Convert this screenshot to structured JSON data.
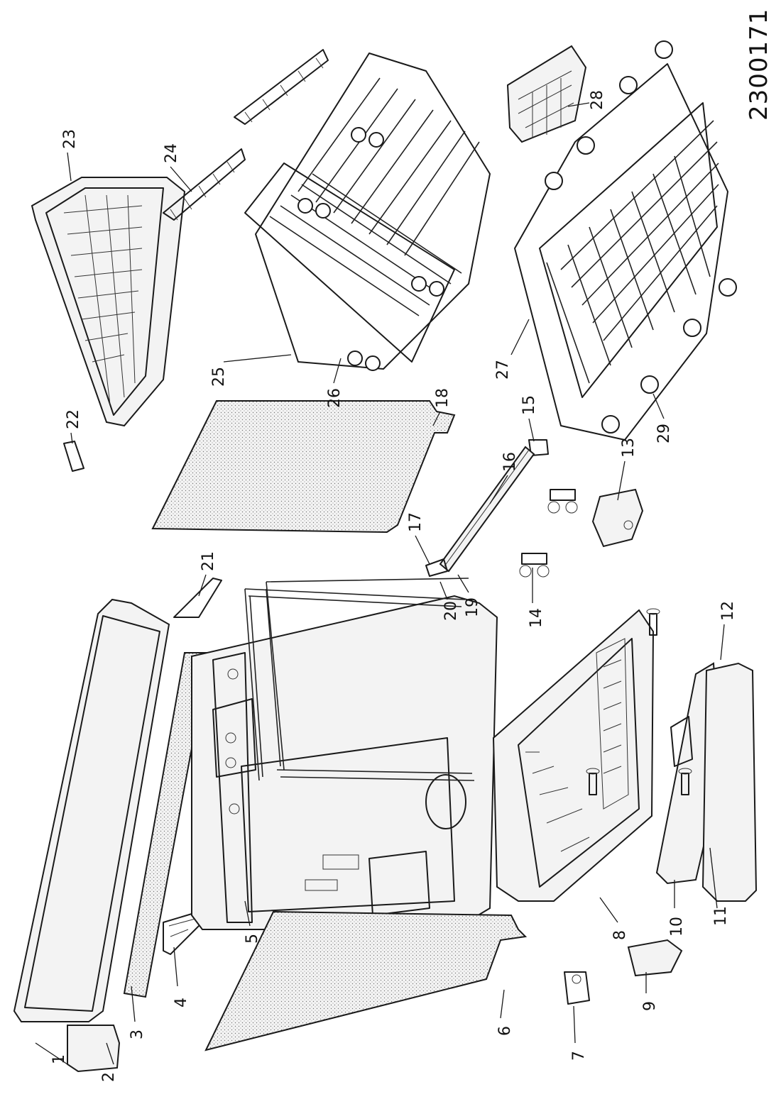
{
  "drawing": {
    "document_number": "2300171",
    "callouts": [
      "1",
      "2",
      "3",
      "4",
      "5",
      "6",
      "7",
      "8",
      "9",
      "10",
      "11",
      "12",
      "13",
      "14",
      "15",
      "16",
      "17",
      "18",
      "19",
      "20",
      "21",
      "22",
      "23",
      "24",
      "25",
      "26",
      "27",
      "28",
      "29"
    ]
  }
}
